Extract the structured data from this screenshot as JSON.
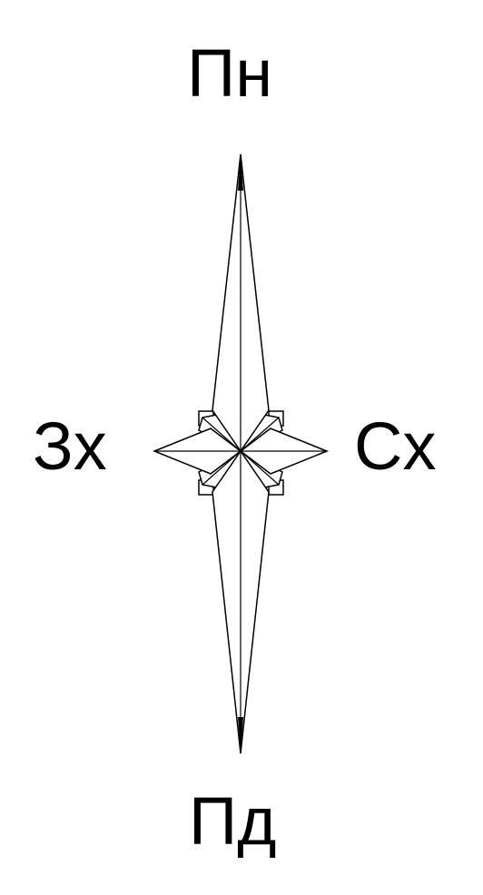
{
  "compass": {
    "north_label": "Пн",
    "south_label": "Пд",
    "west_label": "Зх",
    "east_label": "Сх",
    "stroke_color": "#000000",
    "fill_color": "#ffffff"
  }
}
